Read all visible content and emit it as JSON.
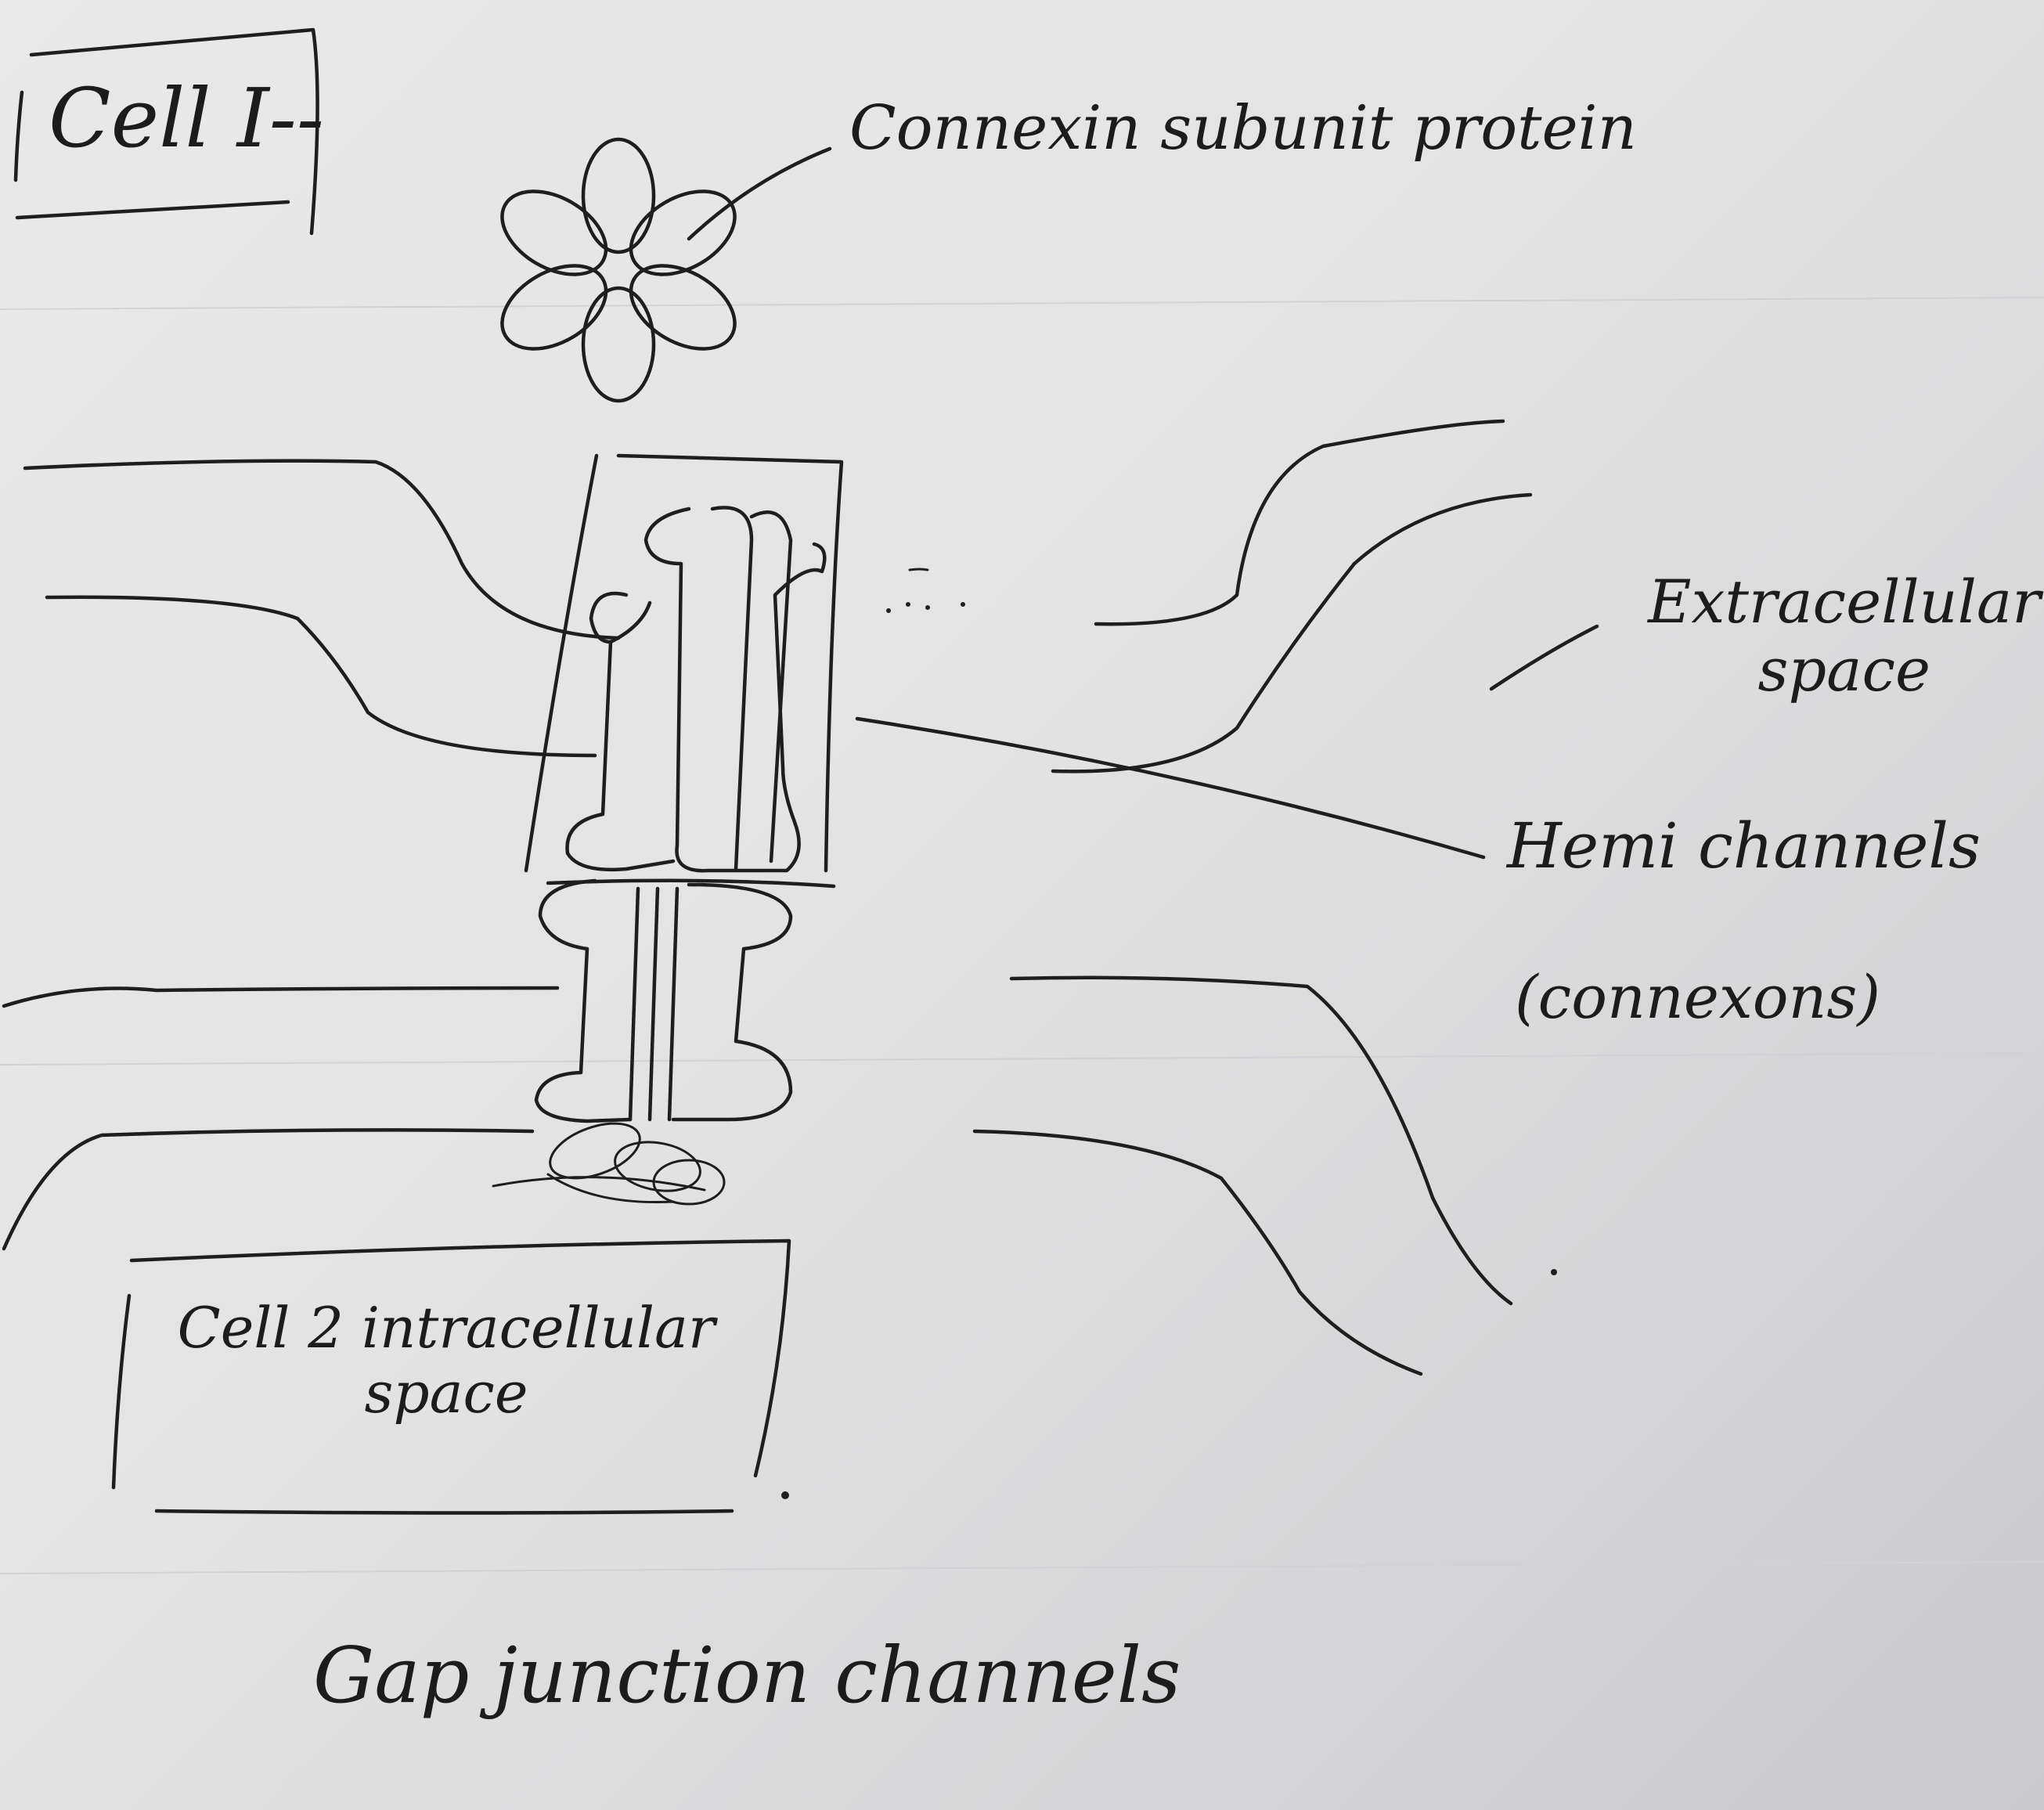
{
  "labels": {
    "cell1": "Cell I--",
    "connexin": "Connexin subunit protein",
    "extracellular_line1": "Extracellular",
    "extracellular_line2": "space",
    "hemichannels": "Hemi channels",
    "connexons": "(connexons)",
    "cell2_line1": "Cell 2 intracellular",
    "cell2_line2": "space",
    "title": "Gap junction channels"
  },
  "colors": {
    "ink": "#1e1e1e",
    "paper": "#e6e6e6"
  }
}
